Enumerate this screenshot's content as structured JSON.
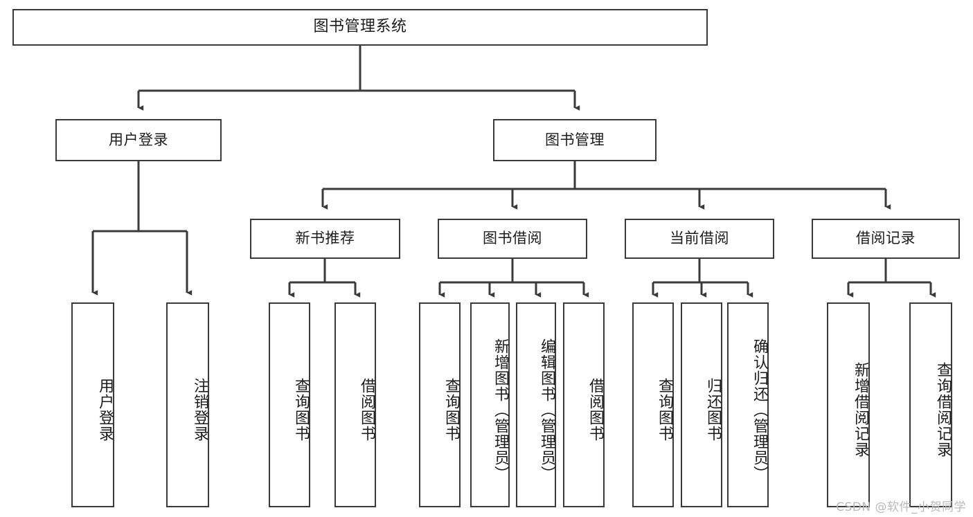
{
  "diagram": {
    "title": "图书管理系统",
    "type": "tree-hierarchy-chart",
    "watermark": "CSDN @软件_小贺同学",
    "colors": {
      "background": "#ffffff",
      "box_border": "#3a3a3a",
      "box_fill": "#ffffff",
      "text": "#1c1c1c",
      "connector": "#3a3a3a",
      "watermark": "#b9b9b9"
    }
  },
  "nodes": {
    "root": {
      "label": "图书管理系统"
    },
    "level2": [
      {
        "id": "user-login",
        "label": "用户登录"
      },
      {
        "id": "book-manage",
        "label": "图书管理"
      }
    ],
    "level3": [
      {
        "id": "new-book-recommend",
        "label": "新书推荐"
      },
      {
        "id": "book-borrow",
        "label": "图书借阅"
      },
      {
        "id": "current-borrow",
        "label": "当前借阅"
      },
      {
        "id": "borrow-record",
        "label": "借阅记录"
      }
    ],
    "leaves": {
      "user_login": [
        {
          "id": "leaf-user-login",
          "label": "用户登录"
        },
        {
          "id": "leaf-logout-login",
          "label": "注销登录"
        }
      ],
      "new_book_recommend": [
        {
          "id": "leaf-query-book-1",
          "label": "查询图书"
        },
        {
          "id": "leaf-borrow-book-1",
          "label": "借阅图书"
        }
      ],
      "book_borrow": [
        {
          "id": "leaf-query-book-2",
          "label": "查询图书"
        },
        {
          "id": "leaf-add-book",
          "label": "新增图书（管理员）"
        },
        {
          "id": "leaf-edit-book",
          "label": "编辑图书（管理员）"
        },
        {
          "id": "leaf-borrow-book-2",
          "label": "借阅图书"
        }
      ],
      "current_borrow": [
        {
          "id": "leaf-query-book-3",
          "label": "查询图书"
        },
        {
          "id": "leaf-return-book",
          "label": "归还图书"
        },
        {
          "id": "leaf-confirm-return",
          "label": "确认归还（管理员）"
        }
      ],
      "borrow_record": [
        {
          "id": "leaf-add-record",
          "label": "新增借阅记录"
        },
        {
          "id": "leaf-query-record",
          "label": "查询借阅记录"
        }
      ]
    }
  }
}
